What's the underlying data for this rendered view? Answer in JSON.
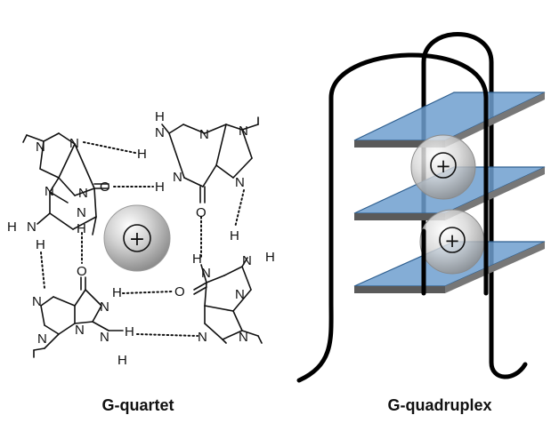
{
  "labels": {
    "left_caption": "G-quartet",
    "right_caption": "G-quadruplex"
  },
  "atoms": {
    "N": "N",
    "H": "H",
    "O": "O"
  },
  "ion_symbol": "+",
  "colors": {
    "plate": "#6f9fcf",
    "plate_edge": "#2f5f8f",
    "strand": "#000000",
    "ion": "#b9b9b9"
  }
}
